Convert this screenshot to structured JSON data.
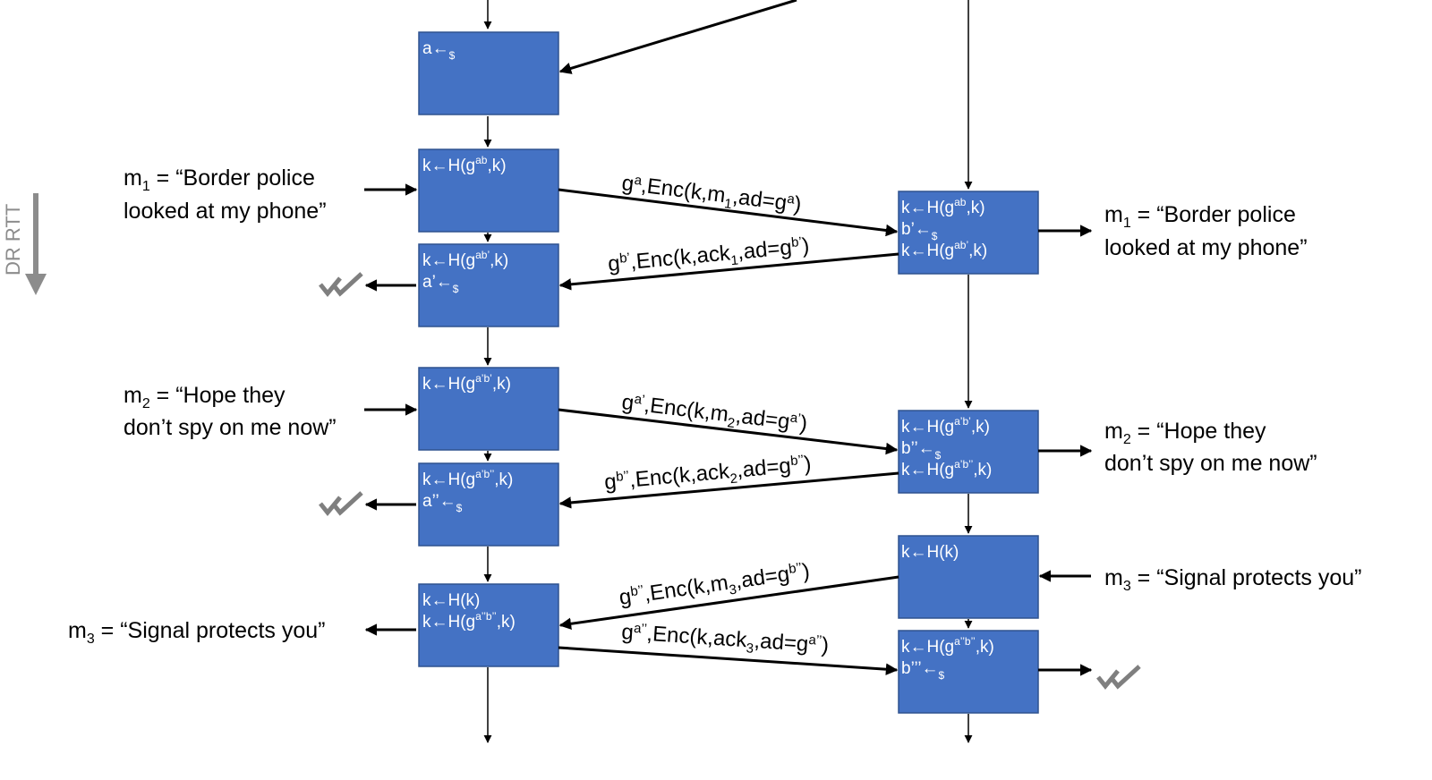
{
  "side_label": "DR RTT",
  "left_boxes": [
    {
      "lines": [
        [
          {
            "t": "a←"
          },
          {
            "t": "$",
            "sub": true
          }
        ]
      ]
    },
    {
      "lines": [
        [
          {
            "t": "k←H(g"
          },
          {
            "t": "ab",
            "sup": true
          },
          {
            "t": ",k)"
          }
        ]
      ]
    },
    {
      "lines": [
        [
          {
            "t": "k←H(g"
          },
          {
            "t": "ab’",
            "sup": true
          },
          {
            "t": ",k)"
          }
        ],
        [
          {
            "t": "a’←"
          },
          {
            "t": "$",
            "sub": true
          }
        ]
      ]
    },
    {
      "lines": [
        [
          {
            "t": "k←H(g"
          },
          {
            "t": "a’b’",
            "sup": true
          },
          {
            "t": ",k)"
          }
        ]
      ]
    },
    {
      "lines": [
        [
          {
            "t": "k←H(g"
          },
          {
            "t": "a’b’’",
            "sup": true
          },
          {
            "t": ",k)"
          }
        ],
        [
          {
            "t": "a’’←"
          },
          {
            "t": "$",
            "sub": true
          }
        ]
      ]
    },
    {
      "lines": [
        [
          {
            "t": "k←H(k)"
          }
        ],
        [
          {
            "t": "k←H(g"
          },
          {
            "t": "a’’b’’",
            "sup": true
          },
          {
            "t": ",k)"
          }
        ]
      ]
    }
  ],
  "right_boxes": [
    {
      "lines": [
        [
          {
            "t": "k←H(g"
          },
          {
            "t": "ab",
            "sup": true
          },
          {
            "t": ",k)"
          }
        ],
        [
          {
            "t": "b’←"
          },
          {
            "t": "$",
            "sub": true
          }
        ],
        [
          {
            "t": "k←H(g"
          },
          {
            "t": "ab’",
            "sup": true
          },
          {
            "t": ",k)"
          }
        ]
      ]
    },
    {
      "lines": [
        [
          {
            "t": "k←H(g"
          },
          {
            "t": "a’b’",
            "sup": true
          },
          {
            "t": ",k)"
          }
        ],
        [
          {
            "t": "b’’←"
          },
          {
            "t": "$",
            "sub": true
          }
        ],
        [
          {
            "t": "k←H(g"
          },
          {
            "t": "a’b’’",
            "sup": true
          },
          {
            "t": ",k)"
          }
        ]
      ]
    },
    {
      "lines": [
        [
          {
            "t": "k←H(k)"
          }
        ]
      ]
    },
    {
      "lines": [
        [
          {
            "t": "k←H(g"
          },
          {
            "t": "a’’b’’",
            "sup": true
          },
          {
            "t": ",k)"
          }
        ],
        [
          {
            "t": "b’’’←"
          },
          {
            "t": "$",
            "sub": true
          }
        ]
      ]
    }
  ],
  "arrow_labels": [
    [
      {
        "t": "g"
      },
      {
        "t": "a",
        "sup": true
      },
      {
        "t": ",Enc(k,m"
      },
      {
        "t": "1",
        "sub": true
      },
      {
        "t": ",ad=g"
      },
      {
        "t": "a",
        "sup": true
      },
      {
        "t": ")"
      }
    ],
    [
      {
        "t": "g"
      },
      {
        "t": "b’",
        "sup": true
      },
      {
        "t": ",Enc(k,ack"
      },
      {
        "t": "1",
        "sub": true
      },
      {
        "t": ",ad=g"
      },
      {
        "t": "b’",
        "sup": true
      },
      {
        "t": ")"
      }
    ],
    [
      {
        "t": "g"
      },
      {
        "t": "a’",
        "sup": true
      },
      {
        "t": ",Enc(k,m"
      },
      {
        "t": "2",
        "sub": true
      },
      {
        "t": ",ad=g"
      },
      {
        "t": "a’",
        "sup": true
      },
      {
        "t": ")"
      }
    ],
    [
      {
        "t": "g"
      },
      {
        "t": "b’’",
        "sup": true
      },
      {
        "t": ",Enc(k,ack"
      },
      {
        "t": "2",
        "sub": true
      },
      {
        "t": ",ad=g"
      },
      {
        "t": "b’’",
        "sup": true
      },
      {
        "t": ")"
      }
    ],
    [
      {
        "t": "g"
      },
      {
        "t": "b’’",
        "sup": true
      },
      {
        "t": ",Enc(k,m"
      },
      {
        "t": "3",
        "sub": true
      },
      {
        "t": ",ad=g"
      },
      {
        "t": "b’’",
        "sup": true
      },
      {
        "t": ")"
      }
    ],
    [
      {
        "t": "g"
      },
      {
        "t": "a’’",
        "sup": true
      },
      {
        "t": ",Enc(k,ack"
      },
      {
        "t": "3",
        "sub": true
      },
      {
        "t": ",ad=g"
      },
      {
        "t": "a’’",
        "sup": true
      },
      {
        "t": ")"
      }
    ]
  ],
  "messages": [
    {
      "lines": [
        [
          {
            "t": "m"
          },
          {
            "t": "1",
            "sub": true
          },
          {
            "t": " = “Border police"
          }
        ],
        [
          {
            "t": "looked at my phone”"
          }
        ]
      ]
    },
    {
      "lines": [
        [
          {
            "t": "m"
          },
          {
            "t": "2",
            "sub": true
          },
          {
            "t": " = “Hope they"
          }
        ],
        [
          {
            "t": "don’t spy on me now”"
          }
        ]
      ]
    },
    {
      "lines": [
        [
          {
            "t": "m"
          },
          {
            "t": "3",
            "sub": true
          },
          {
            "t": " = “Signal protects you”"
          }
        ]
      ]
    },
    {
      "lines": [
        [
          {
            "t": "m"
          },
          {
            "t": "1",
            "sub": true
          },
          {
            "t": " = “Border police"
          }
        ],
        [
          {
            "t": "looked at my phone”"
          }
        ]
      ]
    },
    {
      "lines": [
        [
          {
            "t": "m"
          },
          {
            "t": "2",
            "sub": true
          },
          {
            "t": " = “Hope they"
          }
        ],
        [
          {
            "t": "don’t spy on me now”"
          }
        ]
      ]
    },
    {
      "lines": [
        [
          {
            "t": "m"
          },
          {
            "t": "3",
            "sub": true
          },
          {
            "t": " = “Signal protects you”"
          }
        ]
      ]
    }
  ],
  "colors": {
    "box_fill": "#4472C4",
    "box_stroke": "#2F528F",
    "rtt": "#8C8C8C",
    "check": "#7F7F7F"
  },
  "icons": [
    "double-check-icon",
    "double-check-icon",
    "double-check-icon"
  ]
}
